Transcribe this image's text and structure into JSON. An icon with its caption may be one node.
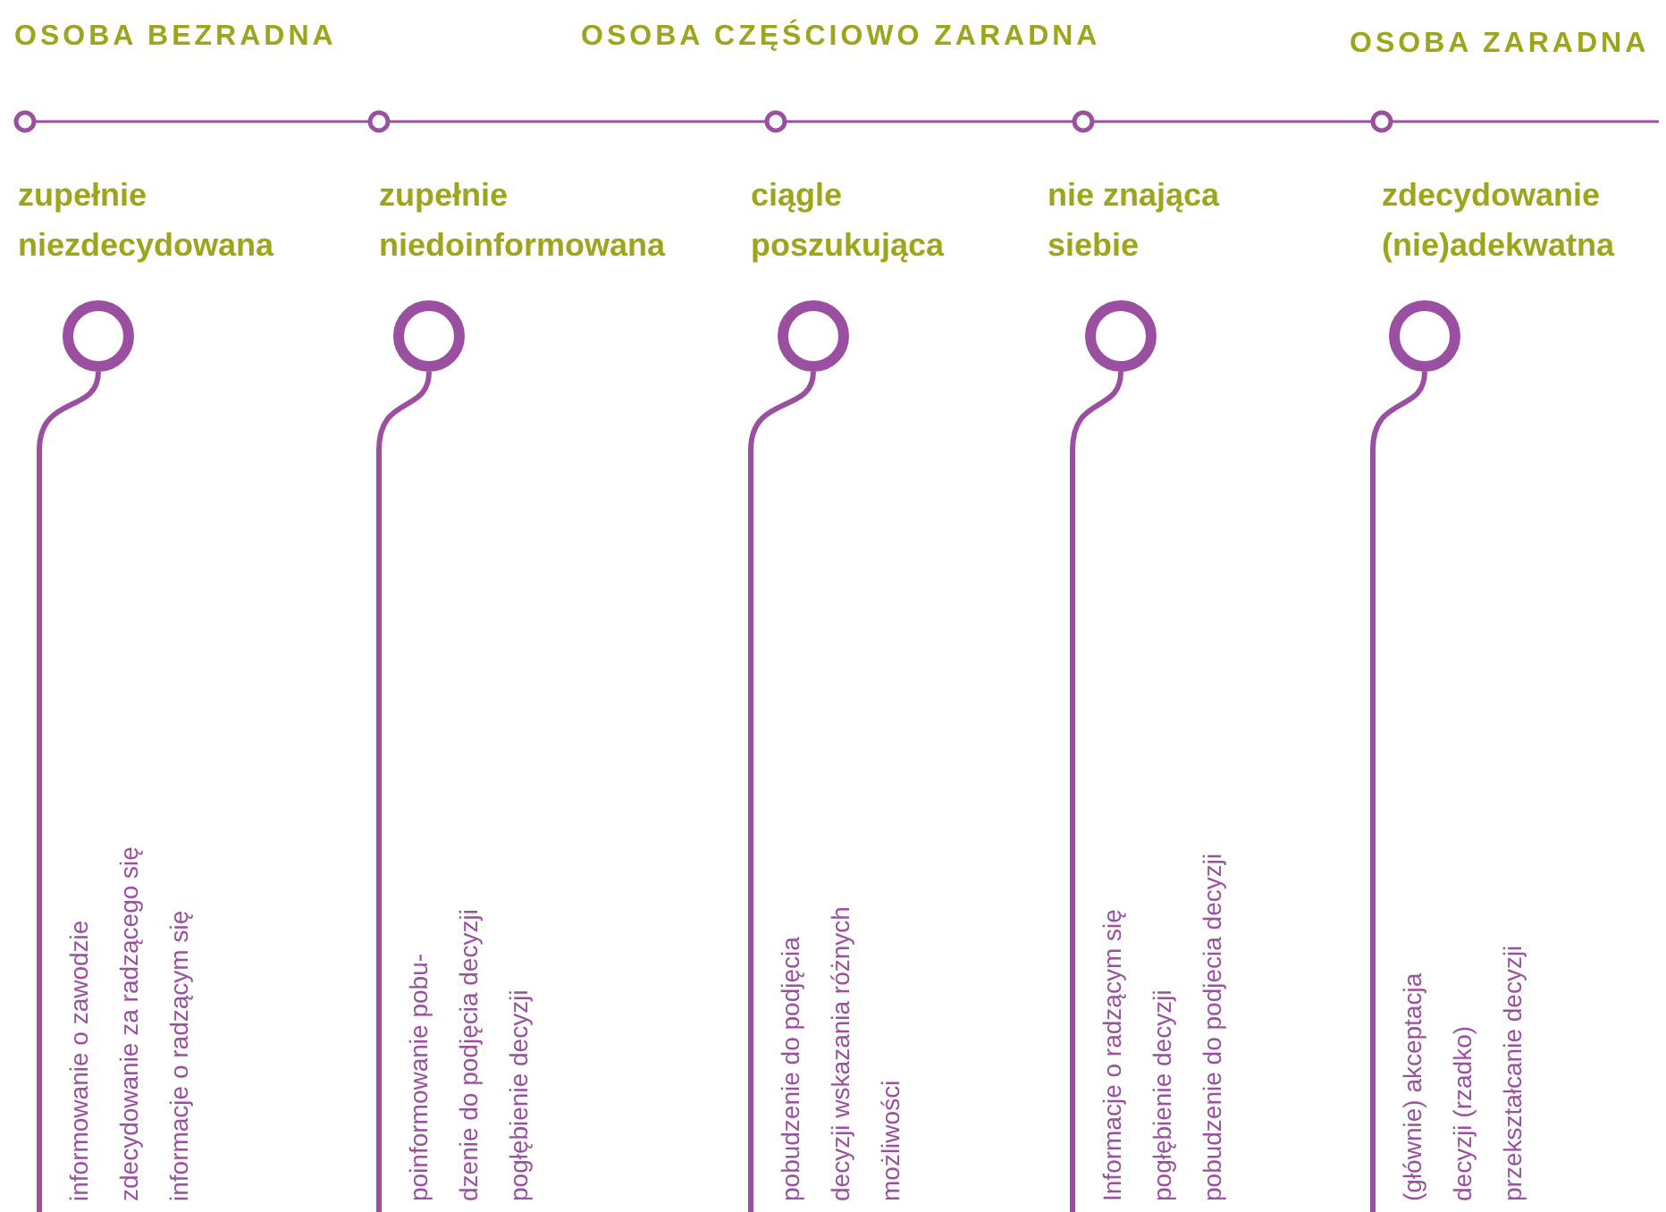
{
  "diagram": {
    "nodes": [
      {
        "text": [
          "zupełnie niezdecydowana",
          "informowanie o zawodzie",
          "zdecydowanie za radzącego się",
          "informacje o radzącym się"
        ]
      },
      {
        "text": [
          "zupełnie niedoinformowana",
          "poinformowanie pobu- dzenie do podjęcia decyzji pogłębienie decyzji"
        ]
      },
      {
        "text": [
          "ciągle poszukująca",
          "pobudzenie do podjęcia decyzji wskazania różnych możliwości"
        ]
      },
      {
        "text": [
          "nie znająca siebie",
          "Informacje o radzącym się",
          "pogłębienie decyzji",
          "pobudzenie do podjecia decyzji"
        ]
      },
      {
        "text": [
          "zdecydowanie (nie)adekwatna",
          "(głównie) akceptacja decyzji (rzadko) przekształcanie decyzji"
        ]
      }
    ],
    "labels": [
      "OSOBA BEZRADNA",
      "OSOBA CZĘŚCIOWO ZARADNA",
      "OSOBA ZARADNA"
    ]
  }
}
